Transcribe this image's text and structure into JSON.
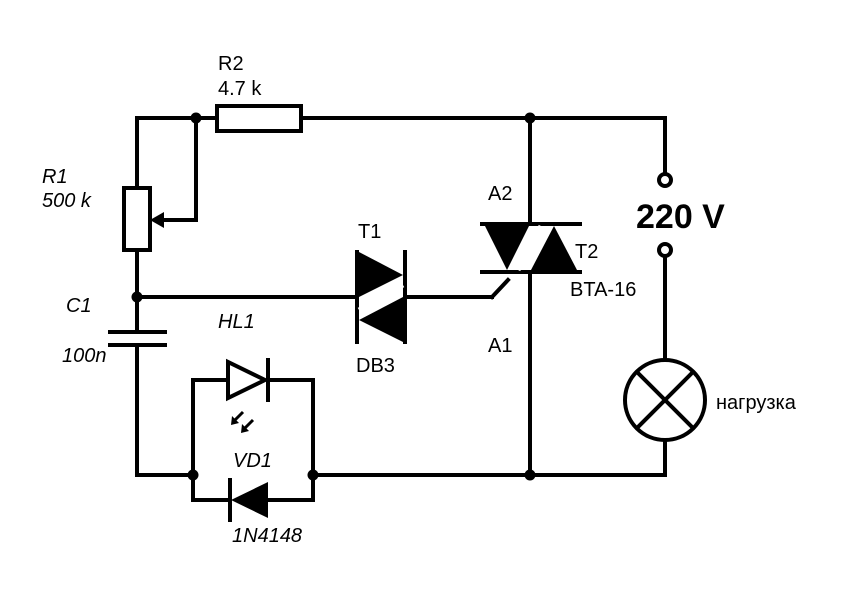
{
  "supply": {
    "voltage_label": "220 V"
  },
  "load": {
    "label": "нагрузка"
  },
  "components": {
    "r2": {
      "ref": "R2",
      "value": "4.7 k"
    },
    "r1": {
      "ref": "R1",
      "value": "500 k"
    },
    "c1": {
      "ref": "C1",
      "value": "100n"
    },
    "hl1": {
      "ref": "HL1"
    },
    "vd1": {
      "ref": "VD1",
      "part": "1N4148"
    },
    "t1": {
      "ref": "T1",
      "part": "DB3"
    },
    "t2": {
      "ref": "T2",
      "part": "BTA-16",
      "pin_a2": "A2",
      "pin_a1": "A1"
    }
  },
  "colors": {
    "ink": "#000000",
    "background": "#ffffff"
  }
}
